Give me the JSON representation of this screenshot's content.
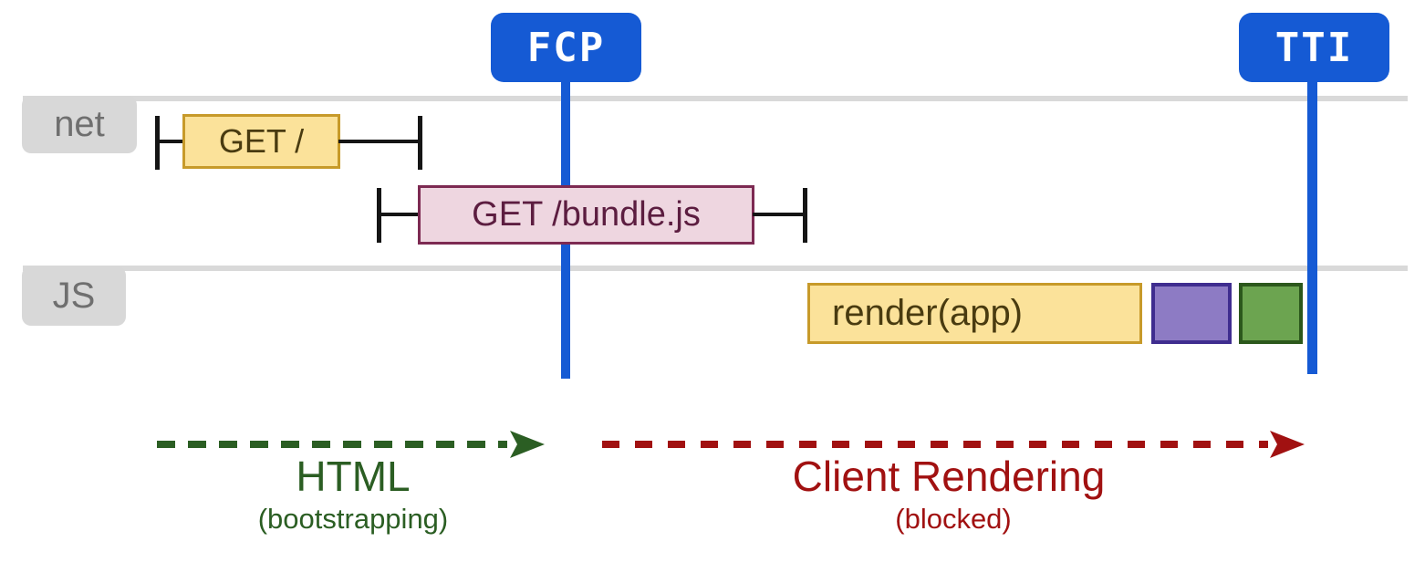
{
  "diagram": {
    "markers": {
      "fcp": "FCP",
      "tti": "TTI"
    },
    "lanes": {
      "net": "net",
      "js": "JS"
    },
    "tasks": {
      "get_root": "GET /",
      "get_bundle": "GET /bundle.js",
      "render_app": "render(app)"
    },
    "phases": {
      "html": {
        "title": "HTML",
        "subtitle": "(bootstrapping)"
      },
      "client_rendering": {
        "title": "Client Rendering",
        "subtitle": "(blocked)"
      }
    },
    "colors": {
      "marker_blue": "#155ad4",
      "lane_rail_gray": "#d9d9d9",
      "lane_label_gray": "#d8d8d8",
      "lane_label_text": "#6f6f6f",
      "task_yellow_fill": "#fbe29a",
      "task_yellow_border": "#c79a2a",
      "task_yellow_text": "#493b10",
      "task_pink_fill": "#eed6e0",
      "task_pink_border": "#7d2a52",
      "task_pink_text": "#5c1d40",
      "block_purple_fill": "#8d7bc4",
      "block_purple_border": "#3f2d8f",
      "block_green_fill": "#6ca450",
      "block_green_border": "#2c581c",
      "phase_html_green": "#2b5e23",
      "phase_client_red": "#a11111",
      "whisker_black": "#151515"
    }
  }
}
